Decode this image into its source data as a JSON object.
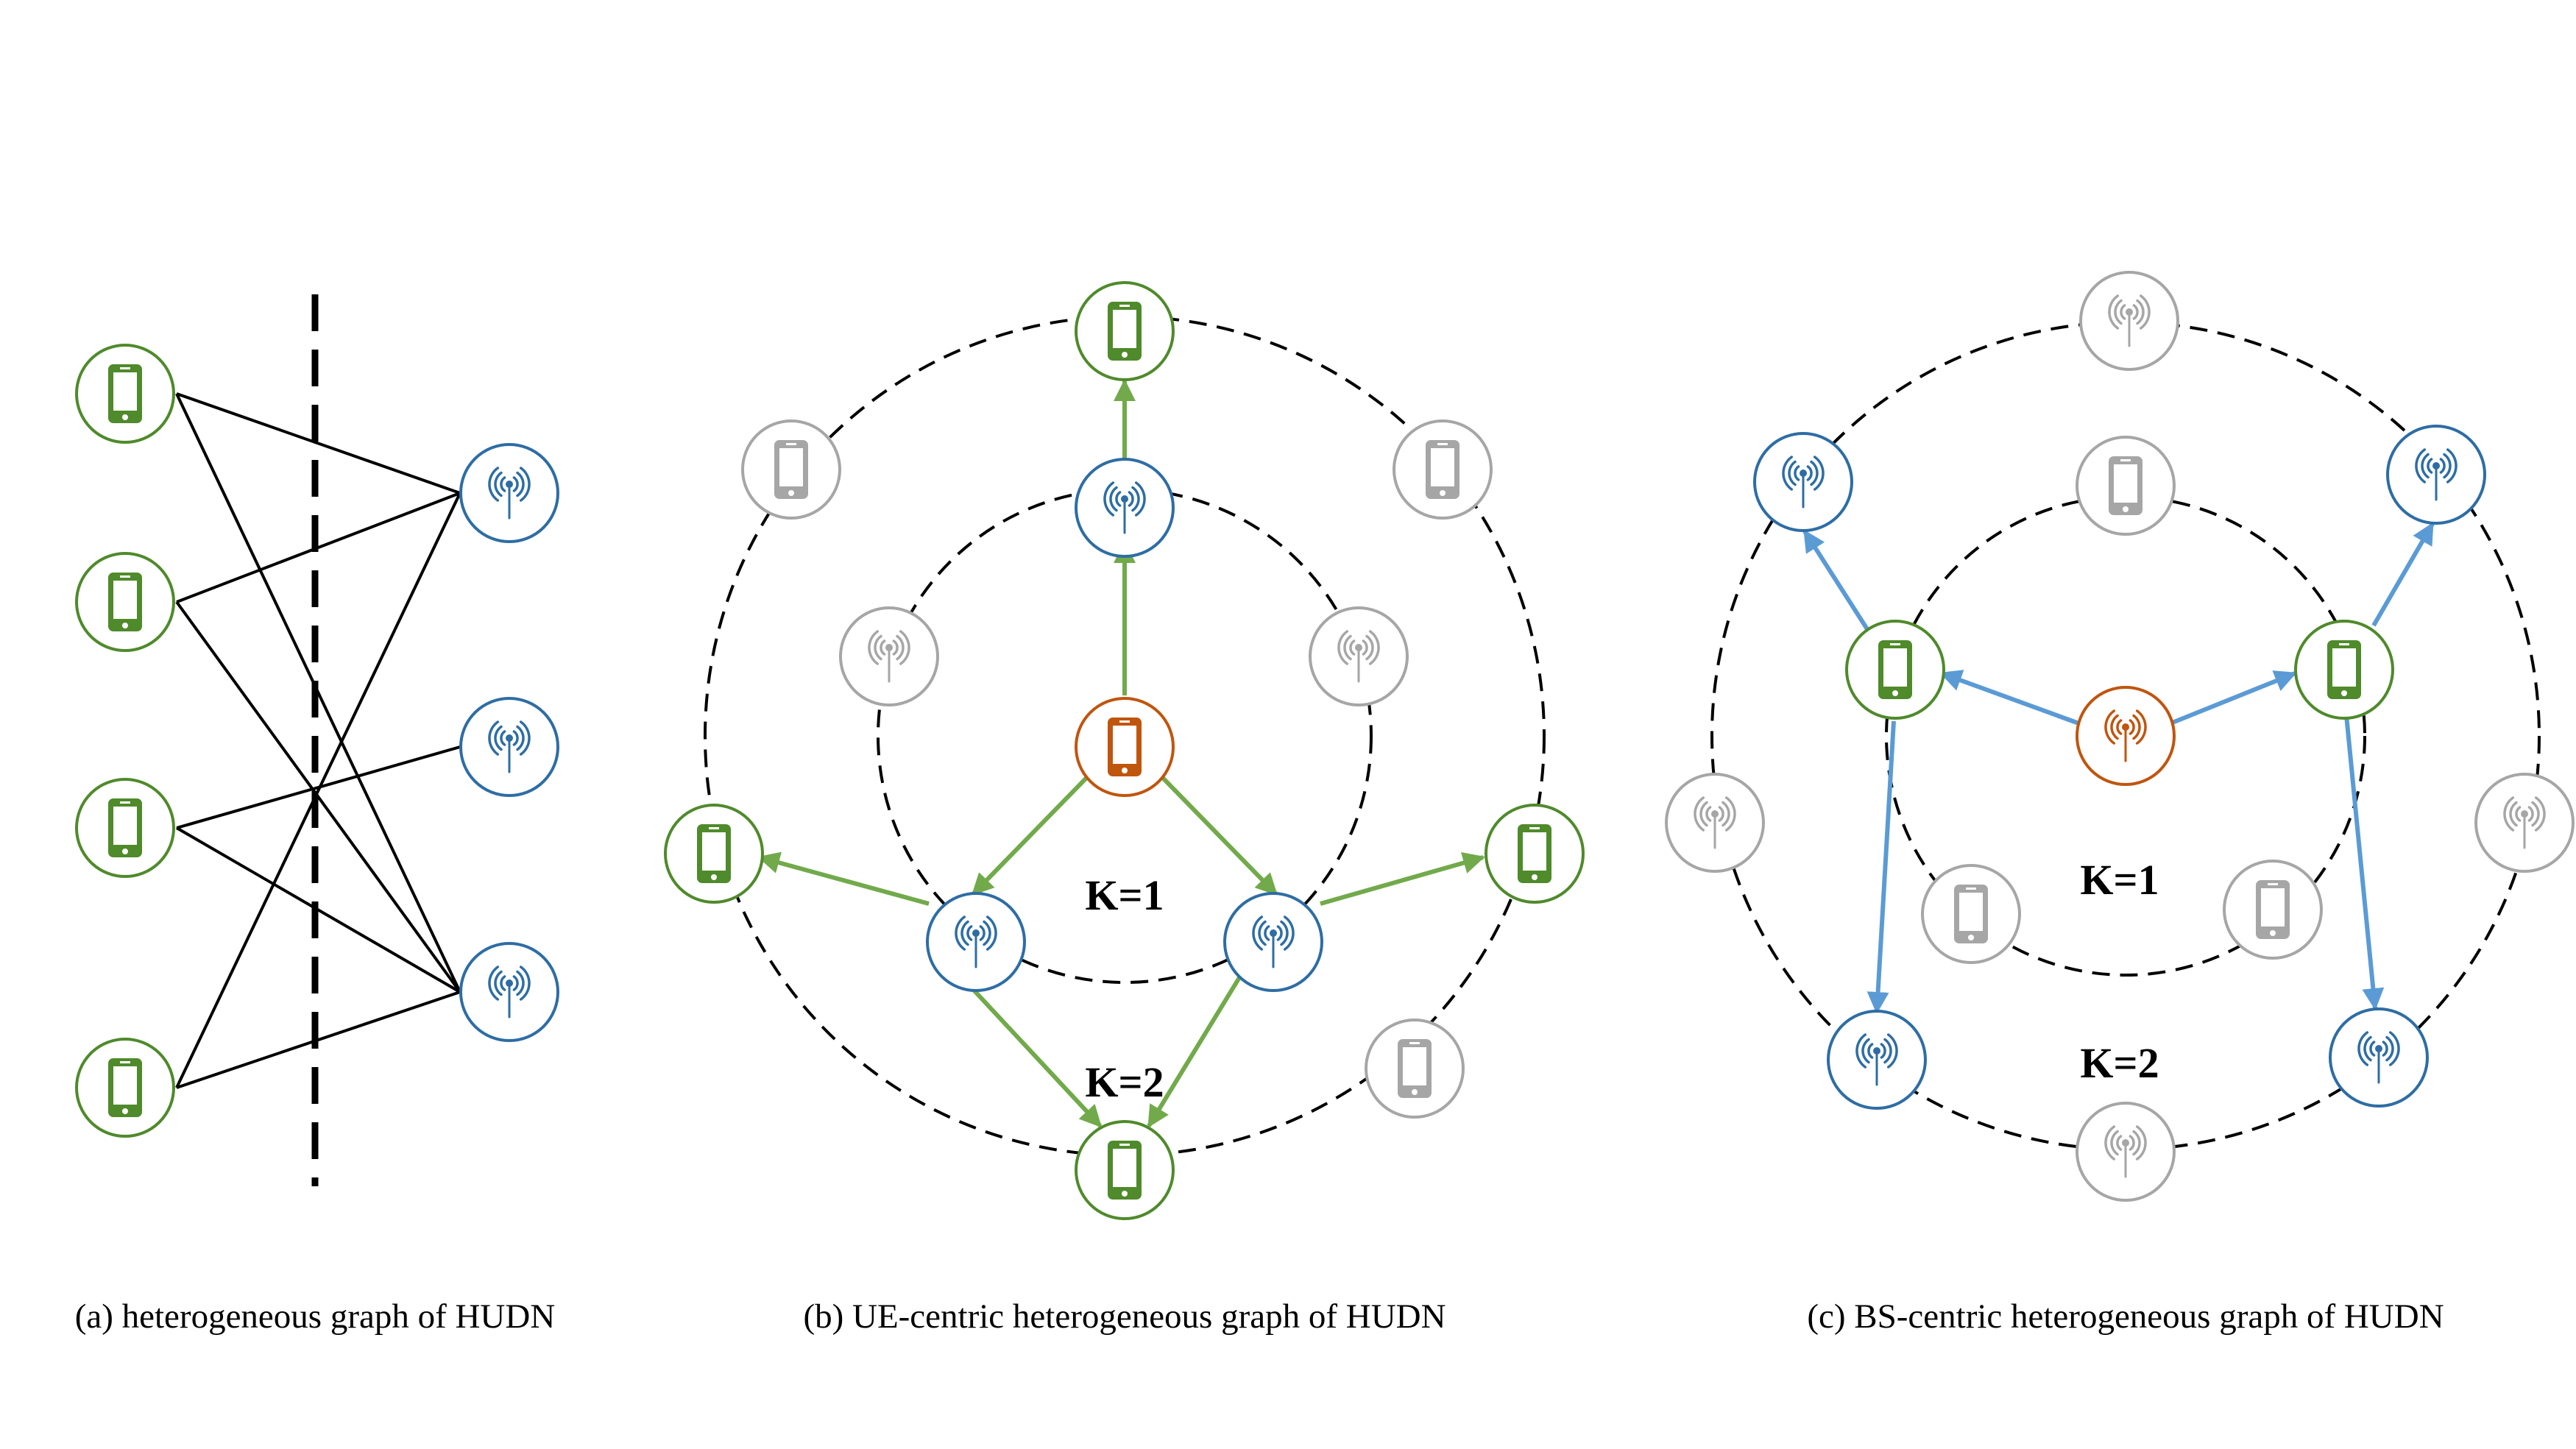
{
  "colors": {
    "ue": "#4f8a2b",
    "bs": "#2e6da4",
    "inactive": "#a6a6a6",
    "center": "#c0550e",
    "edge_b": "#72aa4b",
    "edge_c": "#5b9bd5",
    "line": "#000000"
  },
  "icons": {
    "ue": "smartphone-icon",
    "bs": "antenna-icon"
  },
  "panels": {
    "a": {
      "caption": "(a) heterogeneous graph of HUDN"
    },
    "b": {
      "caption": "(b) UE-centric heterogeneous graph of HUDN",
      "k1_label": "K=1",
      "k2_label": "K=2"
    },
    "c": {
      "caption": "(c) BS-centric heterogeneous graph of HUDN",
      "k1_label": "K=1",
      "k2_label": "K=2"
    }
  }
}
